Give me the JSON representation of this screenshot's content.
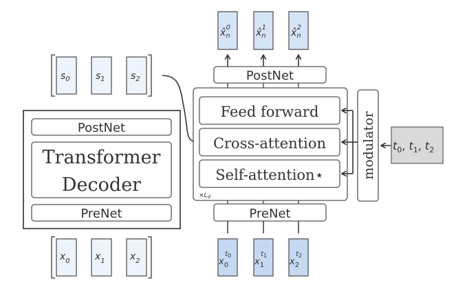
{
  "left_panel": {
    "context_tokens": [
      {
        "sym": "s",
        "sub": "0"
      },
      {
        "sym": "s",
        "sub": "1"
      },
      {
        "sym": "s",
        "sub": "2"
      }
    ],
    "decoder": {
      "postnet_label": "PostNet",
      "title_line1": "Transformer",
      "title_line2": "Decoder",
      "prenet_label": "PreNet"
    },
    "input_tokens": [
      {
        "sym": "x",
        "sub": "0"
      },
      {
        "sym": "x",
        "sub": "1"
      },
      {
        "sym": "x",
        "sub": "2"
      }
    ]
  },
  "right_panel": {
    "outputs": [
      {
        "sym": "x̂",
        "sub": "n",
        "sup": "0"
      },
      {
        "sym": "x̂",
        "sub": "n",
        "sup": "1"
      },
      {
        "sym": "x̂",
        "sub": "n",
        "sup": "2"
      }
    ],
    "postnet_label": "PostNet",
    "layers": [
      {
        "label": "Feed forward"
      },
      {
        "label": "Cross-attention"
      },
      {
        "label": "Self-attention⋆"
      }
    ],
    "repeat_label": "×L",
    "repeat_sub": "d",
    "prenet_label": "PreNet",
    "modulator_label": "modulator",
    "timesteps_label": "t",
    "timesteps": [
      "0",
      "1",
      "2"
    ],
    "inputs": [
      {
        "sym": "x",
        "sub": "0",
        "sup": "t",
        "supsub": "0"
      },
      {
        "sym": "x",
        "sub": "1",
        "sup": "t",
        "supsub": "1"
      },
      {
        "sym": "x",
        "sub": "2",
        "sup": "t",
        "supsub": "2"
      }
    ]
  },
  "colors": {
    "light_token_fill": "#eef4fc",
    "output_token_fill": "#d6e4f7",
    "input_token_fill": "#c6d9f3",
    "timestep_fill": "#d9d9d9",
    "stroke": "#555555"
  }
}
